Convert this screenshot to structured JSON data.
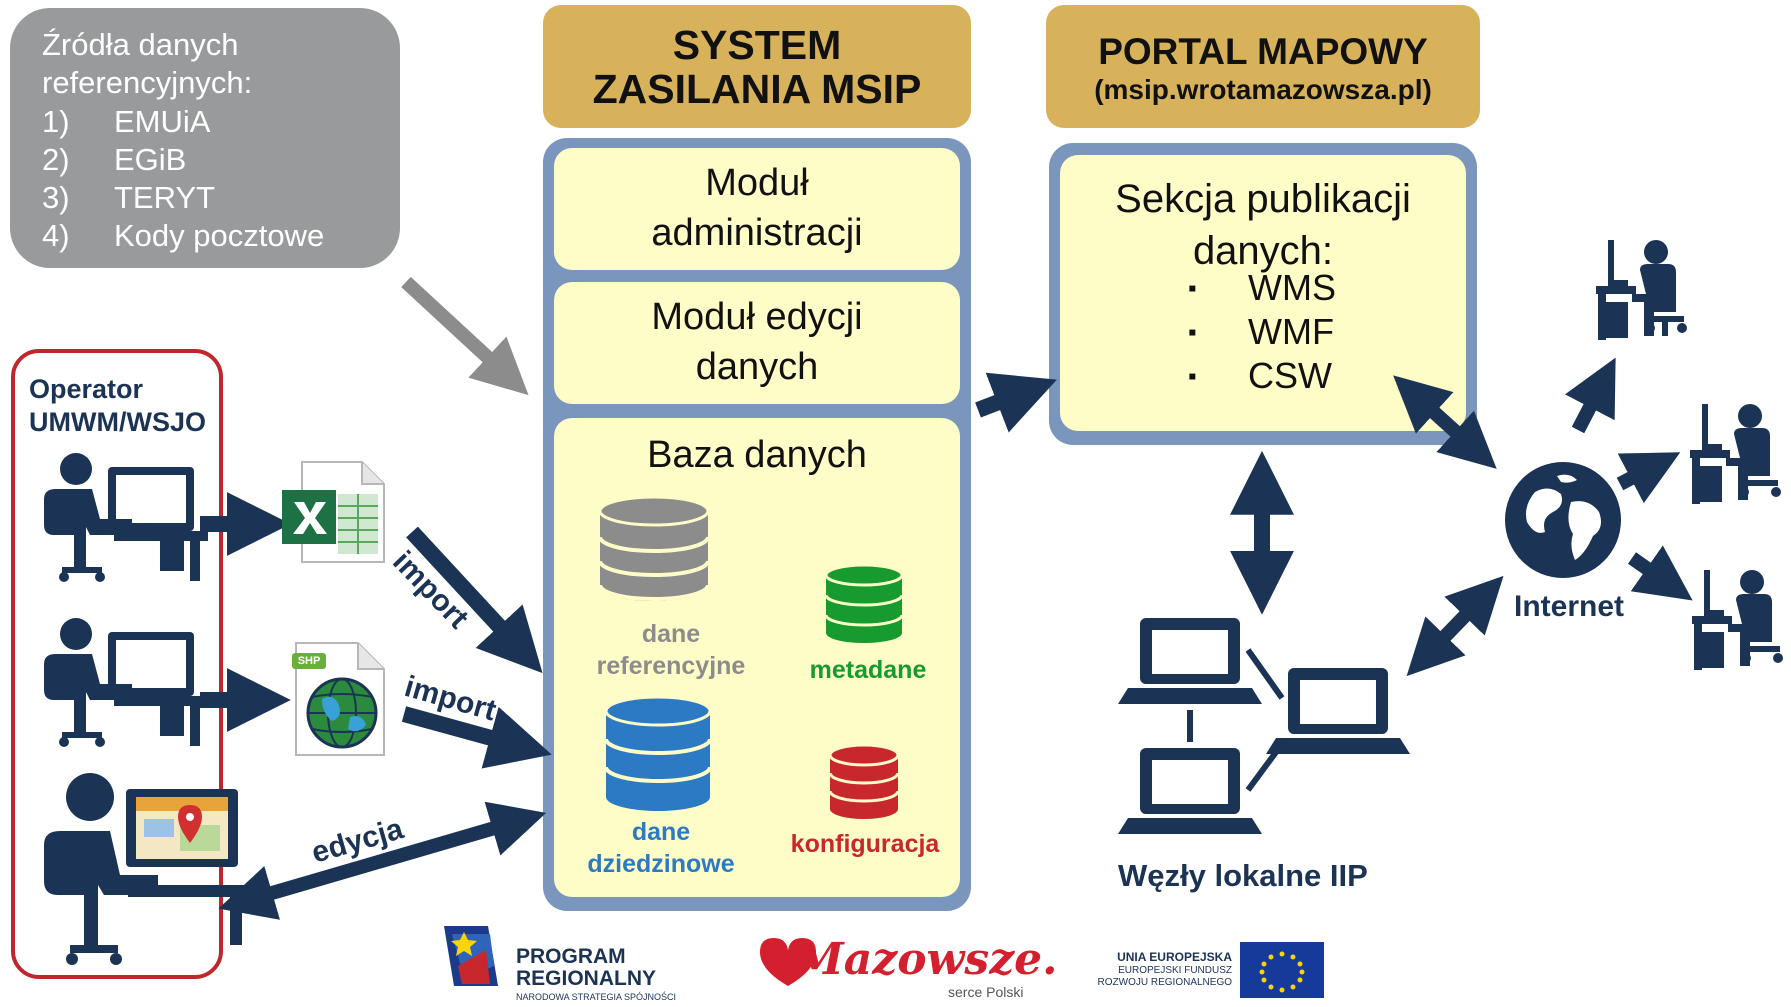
{
  "sources": {
    "title_line1": "Źródła danych",
    "title_line2": "referencyjnych:",
    "items": [
      {
        "num": "1)",
        "label": "EMUiA"
      },
      {
        "num": "2)",
        "label": "EGiB"
      },
      {
        "num": "3)",
        "label": "TERYT"
      },
      {
        "num": "4)",
        "label": "Kody pocztowe"
      }
    ]
  },
  "system": {
    "header_line1": "SYSTEM",
    "header_line2": "ZASILANIA MSIP",
    "module_admin": [
      "Moduł",
      "administracji"
    ],
    "module_edit": [
      "Moduł edycji",
      "danych"
    ],
    "database_title": "Baza danych",
    "databases": [
      {
        "label_lines": [
          "dane",
          "referencyjne"
        ],
        "color": "#8c8c8c"
      },
      {
        "label_lines": [
          "metadane"
        ],
        "color": "#179a2e"
      },
      {
        "label_lines": [
          "dane",
          "dziedzinowe"
        ],
        "color": "#2c79c4"
      },
      {
        "label_lines": [
          "konfiguracja"
        ],
        "color": "#c8272d"
      }
    ]
  },
  "portal": {
    "header_line1": "PORTAL MAPOWY",
    "header_line2": "(msip.wrotamazowsza.pl)",
    "section_line1": "Sekcja publikacji",
    "section_line2": "danych:",
    "services": [
      "WMS",
      "WMF",
      "CSW"
    ],
    "bullet": "▪"
  },
  "operator": {
    "line1": "Operator",
    "line2": "UMWM/WSJO"
  },
  "arrows": {
    "import1": "import",
    "import2": "import",
    "edit": "edycja"
  },
  "files": {
    "shp_badge": "SHP"
  },
  "network": {
    "internet": "Internet",
    "local_nodes": "Węzły lokalne IIP"
  },
  "logos": {
    "program_line1": "PROGRAM",
    "program_line2": "REGIONALNY",
    "program_line3": "NARODOWA STRATEGIA SPÓJNOŚCI",
    "mazowsze": "Mazowsze.",
    "mazowsze_sub": "serce Polski",
    "eu_line1": "UNIA EUROPEJSKA",
    "eu_line2": "EUROPEJSKI FUNDUSZ",
    "eu_line3": "ROZWOJU REGIONALNEGO"
  },
  "colors": {
    "navy": "#1b3354",
    "tan": "#d8b25a",
    "blue_frame": "#7a96bd",
    "panel_yellow": "#fefcc7",
    "grey_box": "#999a9c",
    "red_frame": "#c0272d"
  }
}
